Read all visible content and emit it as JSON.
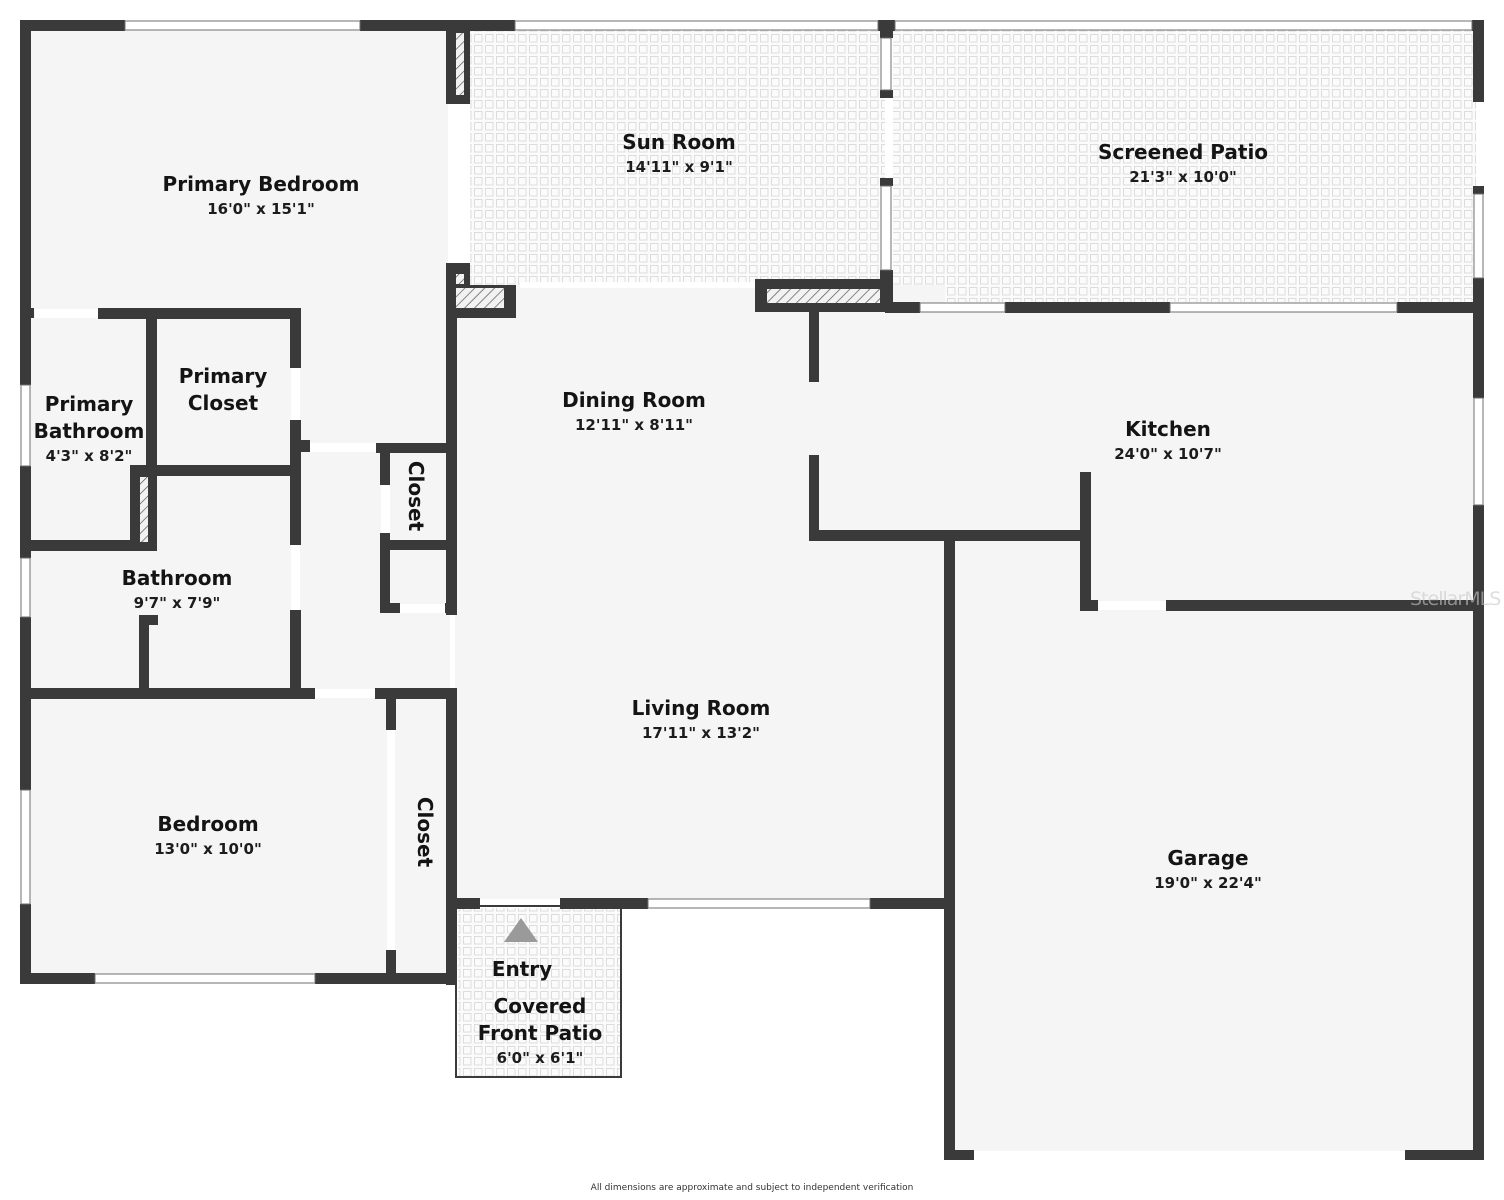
{
  "floorplan": {
    "colors": {
      "wall": "#3a3a3a",
      "floor": "#f5f5f5",
      "tile_line": "#dcdcdc",
      "window": "#ffffff",
      "entry_arrow": "#9a9a9a",
      "background": "#ffffff"
    },
    "rooms": [
      {
        "id": "primary-bedroom",
        "name": "Primary Bedroom",
        "dimensions": "16'0\" x 15'1\""
      },
      {
        "id": "sun-room",
        "name": "Sun Room",
        "dimensions": "14'11\" x 9'1\""
      },
      {
        "id": "screened-patio",
        "name": "Screened Patio",
        "dimensions": "21'3\" x 10'0\""
      },
      {
        "id": "primary-bathroom",
        "name_line1": "Primary",
        "name_line2": "Bathroom",
        "dimensions": "4'3\" x 8'2\""
      },
      {
        "id": "primary-closet",
        "name_line1": "Primary",
        "name_line2": "Closet"
      },
      {
        "id": "hall-closet",
        "name": "Closet"
      },
      {
        "id": "dining-room",
        "name": "Dining Room",
        "dimensions": "12'11\" x 8'11\""
      },
      {
        "id": "kitchen",
        "name": "Kitchen",
        "dimensions": "24'0\" x 10'7\""
      },
      {
        "id": "bathroom",
        "name": "Bathroom",
        "dimensions": "9'7\" x 7'9\""
      },
      {
        "id": "living-room",
        "name": "Living Room",
        "dimensions": "17'11\" x 13'2\""
      },
      {
        "id": "bedroom",
        "name": "Bedroom",
        "dimensions": "13'0\" x 10'0\""
      },
      {
        "id": "bedroom-closet",
        "name": "Closet"
      },
      {
        "id": "garage",
        "name": "Garage",
        "dimensions": "19'0\" x 22'4\""
      },
      {
        "id": "covered-front-patio",
        "name_line1": "Covered",
        "name_line2": "Front Patio",
        "dimensions": "6'0\" x 6'1\""
      }
    ],
    "entry_label": "Entry",
    "entry_icon": "triangle-up-arrow",
    "watermark": "StellarMLS",
    "disclaimer": "All dimensions are approximate and subject to independent verification"
  }
}
